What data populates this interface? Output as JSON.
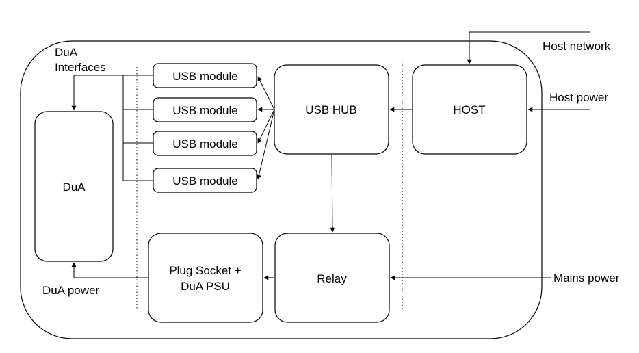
{
  "boxes": {
    "dua": "DuA",
    "usb_modules": [
      "USB module",
      "USB module",
      "USB module",
      "USB module"
    ],
    "usb_hub": "USB HUB",
    "host": "HOST",
    "plug_socket": [
      "Plug Socket +",
      "DuA PSU"
    ],
    "relay": "Relay"
  },
  "labels": {
    "dua_interfaces": [
      "DuA",
      "Interfaces"
    ],
    "dua_power": "DuA power",
    "host_network": "Host network",
    "host_power": "Host power",
    "mains_power": "Mains power"
  }
}
